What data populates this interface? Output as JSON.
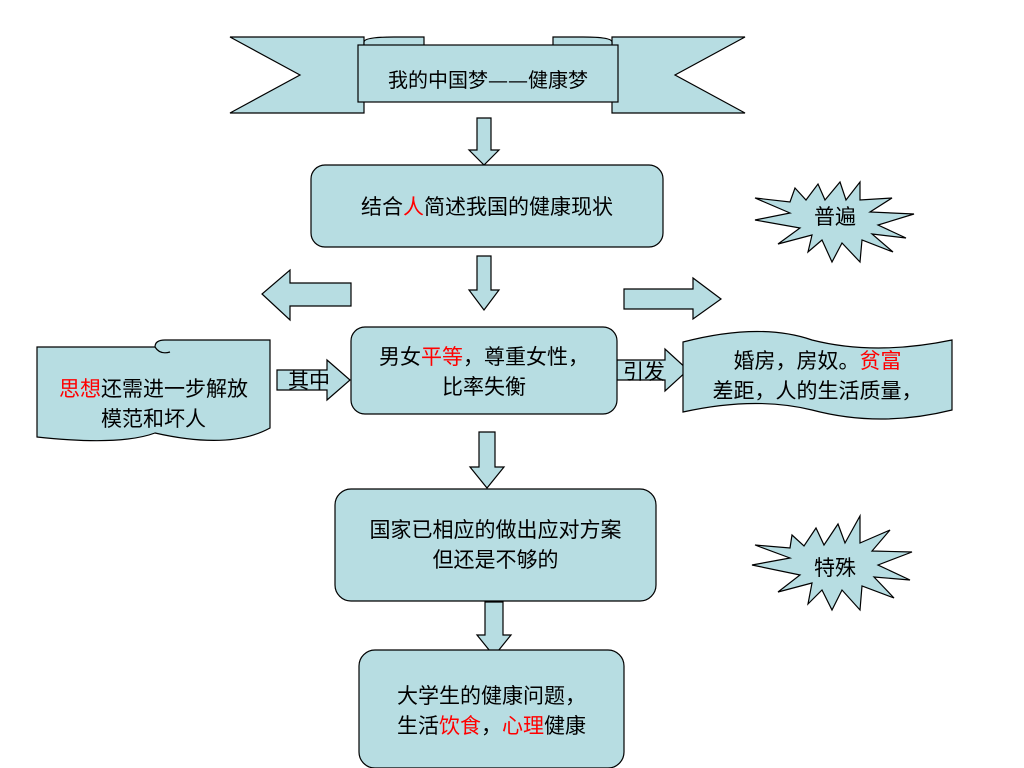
{
  "colors": {
    "fill": "#b7dde2",
    "stroke": "#000000",
    "highlight": "#ff0000"
  },
  "title": "我的中国梦——健康梦",
  "box1": {
    "pre": "结合",
    "hl": "人",
    "post": "简述我国的健康现状"
  },
  "box2": {
    "line1": {
      "pre": "男女",
      "hl": "平等",
      "post": "，尊重女性，"
    },
    "line2": "比率失衡"
  },
  "left_banner": {
    "hl": "思想",
    "post": "还需进一步解放",
    "line2": "模范和坏人"
  },
  "right_banner": {
    "line1": {
      "pre": "婚房，房奴。",
      "hl": "贫富"
    },
    "line2": "差距，人的生活质量，"
  },
  "arrow_left_label": "其中",
  "arrow_right_label": "引发",
  "box3": {
    "line1": "国家已相应的做出应对方案",
    "line2": "但还是不够的"
  },
  "box4": {
    "line1": "大学生的健康问题，",
    "line2": {
      "pre": "生活",
      "hl1": "饮食",
      "mid": "，",
      "hl2": "心理",
      "post": "健康"
    }
  },
  "burst1": "普遍",
  "burst2": "特殊"
}
